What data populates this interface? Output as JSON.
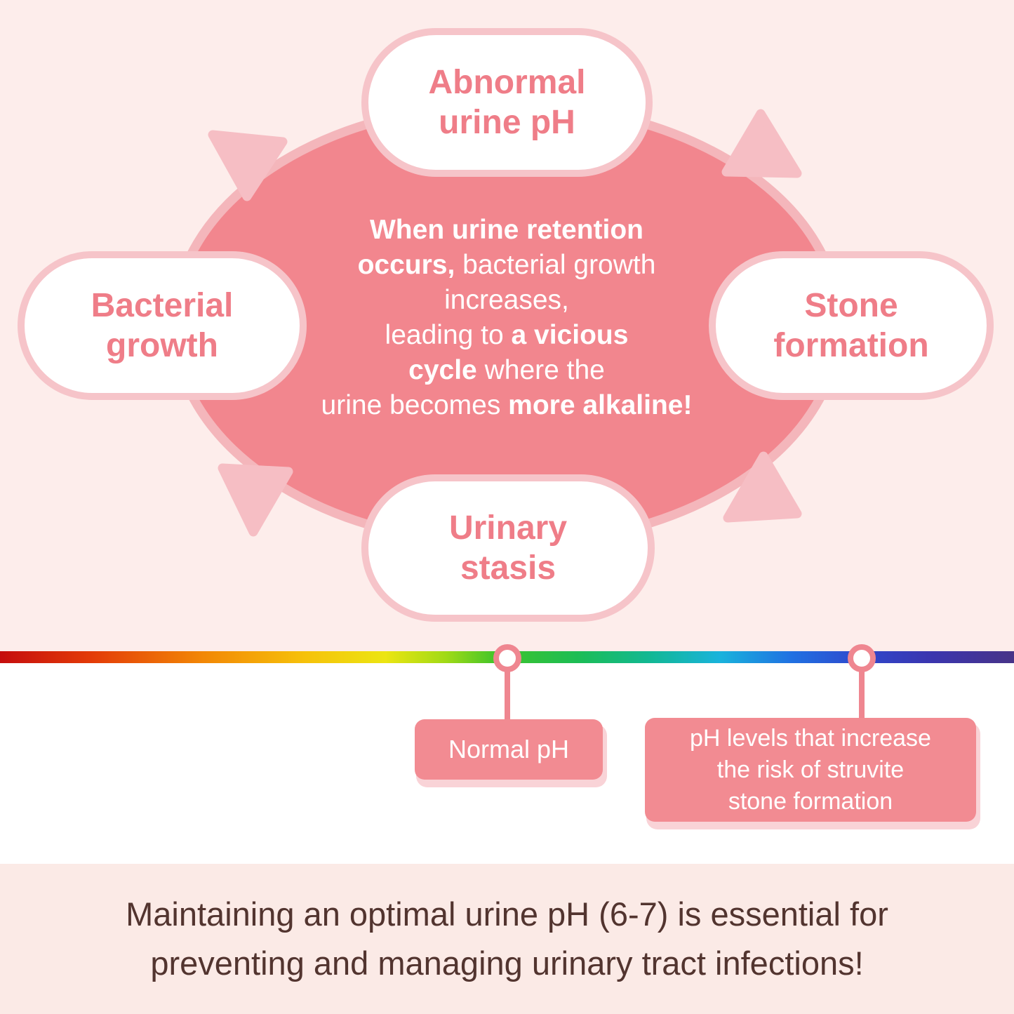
{
  "cycle": {
    "nodes": {
      "top": {
        "label_lines": [
          "Abnormal",
          "urine pH"
        ]
      },
      "left": {
        "label_lines": [
          "Bacterial",
          "growth"
        ]
      },
      "right": {
        "label_lines": [
          "Stone",
          "formation"
        ]
      },
      "bottom": {
        "label_lines": [
          "Urinary",
          "stasis"
        ]
      }
    },
    "center_text_lines": [
      "**When urine retention**",
      "**occurs,** bacterial growth",
      "increases,",
      "leading to **a vicious**",
      "**cycle** where the",
      "urine becomes **more alkaline!**"
    ]
  },
  "ph_scale": {
    "gradient_stops": [
      "#c50d0d 0%",
      "#e33b08 9%",
      "#f28706 20%",
      "#f6c10a 30%",
      "#ece512 38%",
      "#a0da16 44%",
      "#3fc42a 49%",
      "#1cbd55 57%",
      "#12b893 64%",
      "#19b3dc 71%",
      "#2071e2 78%",
      "#2f47cc 85%",
      "#3b35ae 92%",
      "#473488 100%"
    ],
    "markers": [
      {
        "x_pct": 50.0,
        "label_lines": [
          "Normal pH"
        ]
      },
      {
        "x_pct": 85.0,
        "label_lines": [
          "pH levels that increase",
          "the risk of struvite",
          "stone formation"
        ]
      }
    ]
  },
  "footer": {
    "lines": [
      "Maintaining an optimal urine pH (6-7) is essential for",
      "preventing and managing urinary tract infections!"
    ]
  },
  "colors": {
    "page_background": "#fdedeb",
    "footer_background": "#fbeae6",
    "ellipse_fill": "#f2868e",
    "ellipse_ring": "#f4b6bb",
    "arrow_fill": "#f6bec4",
    "bubble_border": "#f6c4c9",
    "bubble_text": "#ef7d88",
    "center_text": "#ffffff",
    "marker_ring": "#ef8690",
    "label_box_fill": "#f28b92",
    "label_box_shadow": "#f9d3d7",
    "footer_text": "#52342f"
  }
}
